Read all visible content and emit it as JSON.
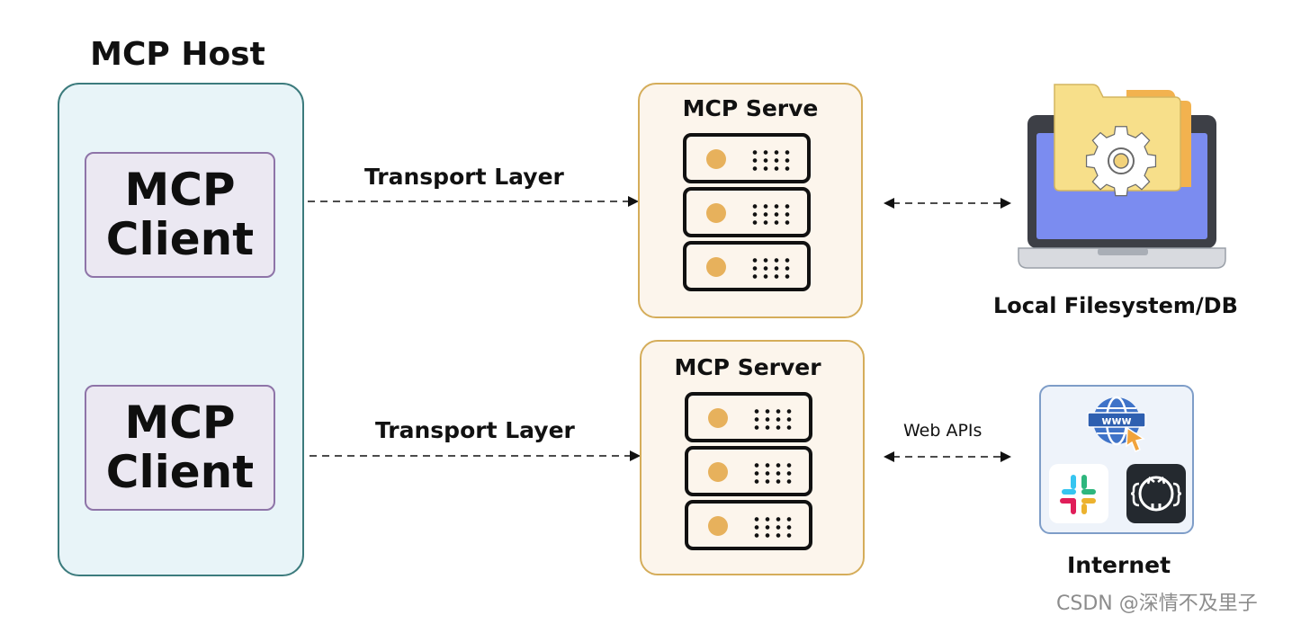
{
  "host": {
    "title": "MCP Host"
  },
  "clients": [
    {
      "label_line1": "MCP",
      "label_line2": "Client"
    },
    {
      "label_line1": "MCP",
      "label_line2": "Client"
    }
  ],
  "servers": [
    {
      "title": "MCP Serve"
    },
    {
      "title": "MCP Server"
    }
  ],
  "connections": {
    "transport_top": "Transport Layer",
    "transport_bottom": "Transport Layer",
    "web_apis": "Web APIs"
  },
  "resources": {
    "local": {
      "label": "Local Filesystem/DB",
      "icon": "laptop-folder-gear-icon"
    },
    "internet": {
      "label": "Internet",
      "icons": [
        "www-globe-icon",
        "slack-icon",
        "github-icon"
      ],
      "globe_text": "www"
    }
  },
  "watermark": "CSDN @深情不及里子",
  "colors": {
    "host_fill": "#e8f4f8",
    "host_border": "#3c7b7d",
    "client_fill": "#ebe8f2",
    "client_border": "#8e74a8",
    "server_fill": "#fcf5ec",
    "server_border": "#d5ad5a",
    "led": "#e7b15c",
    "screen": "#7b8cf0",
    "folder": "#f7df8a"
  }
}
